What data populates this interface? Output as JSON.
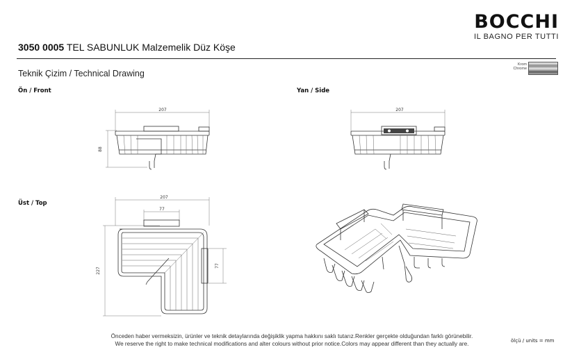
{
  "brand": {
    "name": "BOCCHI",
    "tagline": "IL BAGNO PER TUTTI"
  },
  "product": {
    "code": "3050 0005",
    "name": "TEL SABUNLUK Malzemelik Düz Köşe"
  },
  "section_title": "Teknik Çizim / Technical Drawing",
  "finish": {
    "label_tr": "Krom",
    "label_en": "Chrome"
  },
  "views": {
    "front": {
      "label": "Ön / Front",
      "width_dim": "207",
      "height_dim": "88"
    },
    "side": {
      "label": "Yan / Side",
      "width_dim": "207"
    },
    "top": {
      "label": "Üst / Top",
      "width_dim": "207",
      "inner_dim": "77",
      "depth_dim": "227",
      "side_dim": "77"
    }
  },
  "disclaimer": {
    "tr": "Önceden haber vermeksizin, ürünler ve teknik detaylarında değişiklik yapma hakkını saklı tutarız.Renkler gerçekte olduğundan farklı görünebilir.",
    "en": "We reserve the right to make technical modifications and alter colours without prior notice.Colors may appear different than they actually are."
  },
  "units": "ölçü / units = mm"
}
